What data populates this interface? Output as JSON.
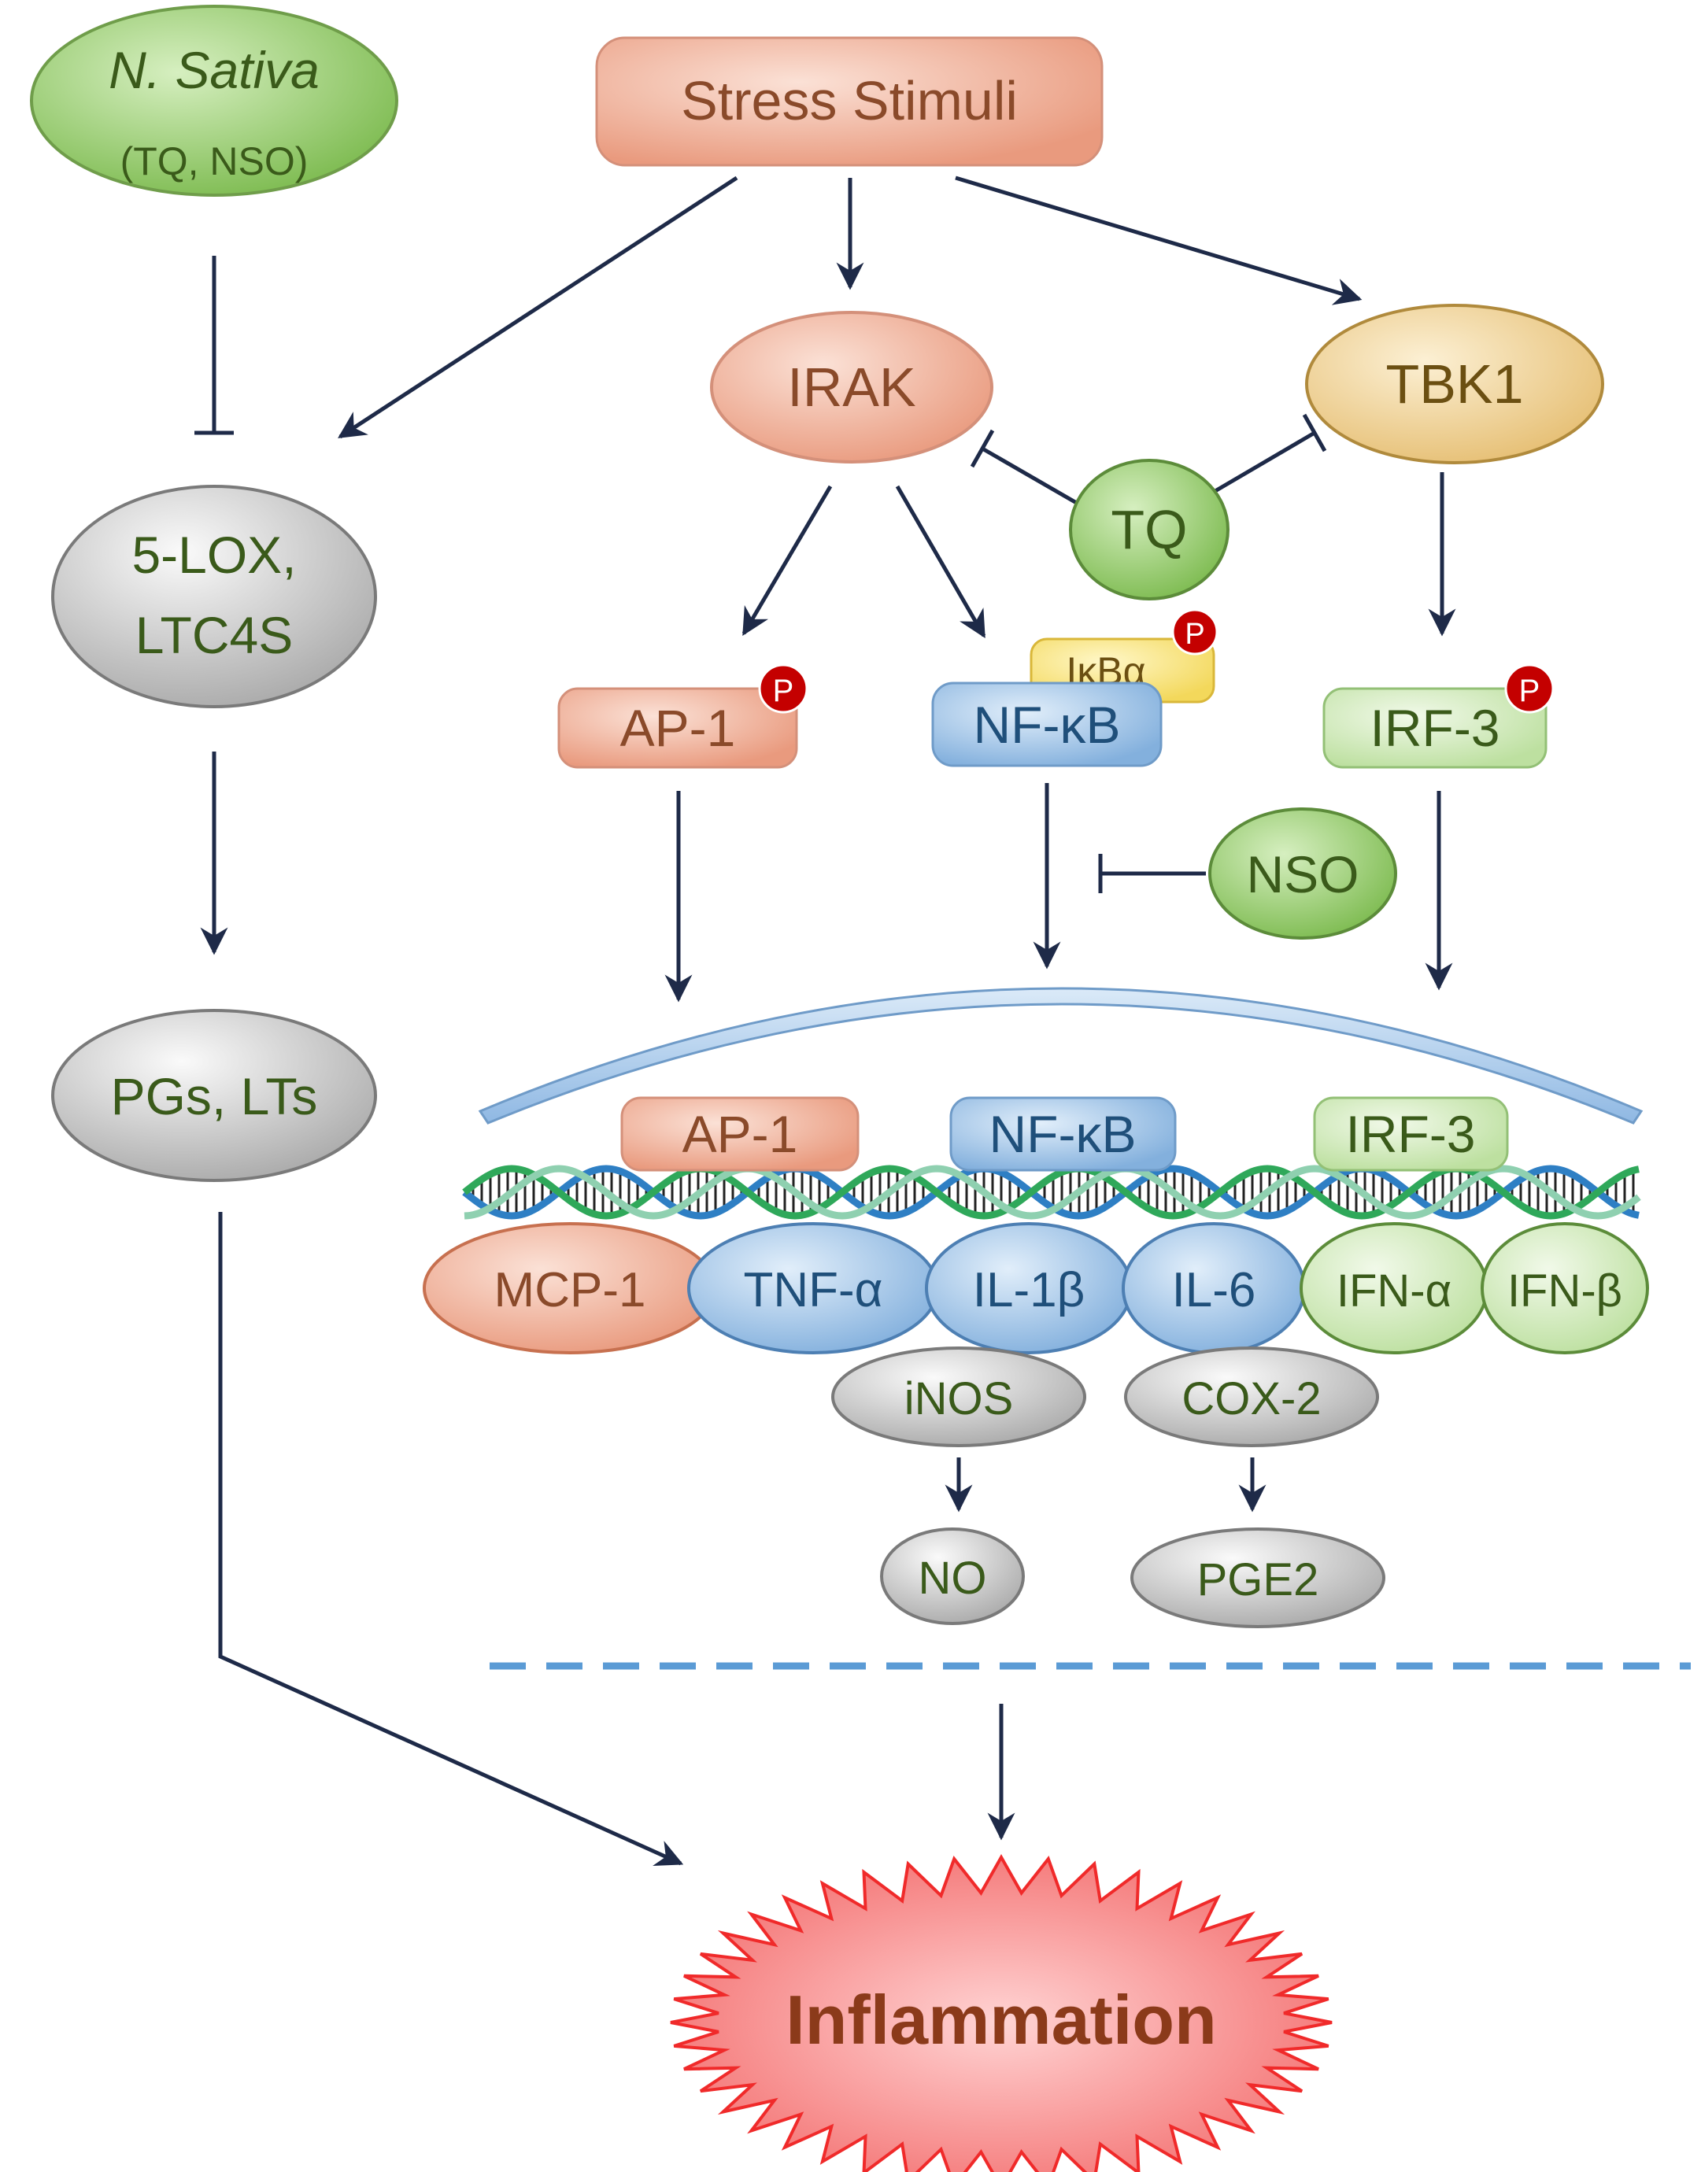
{
  "nodes": {
    "nsativa_title": "N. Sativa",
    "nsativa_sub": "(TQ, NSO)",
    "stress": "Stress Stimuli",
    "irak": "IRAK",
    "tbk1": "TBK1",
    "tq": "TQ",
    "lox_line1": "5-LOX,",
    "lox_line2": "LTC4S",
    "ap1": "AP-1",
    "nfkb": "NF-κB",
    "ikba": "IκBα",
    "irf3": "IRF-3",
    "nso": "NSO",
    "pgs_lts": "PGs, LTs",
    "nucleus_ap1": "AP-1",
    "nucleus_nfkb": "NF-κB",
    "nucleus_irf3": "IRF-3",
    "phospho": "P",
    "inflammation": "Inflammation"
  },
  "genes": [
    "MCP-1",
    "TNF-α",
    "IL-1β",
    "IL-6",
    "IFN-α",
    "IFN-β"
  ],
  "enzymes": {
    "inos": "iNOS",
    "cox2": "COX-2",
    "no": "NO",
    "pge2": "PGE2"
  },
  "colors": {
    "arrow": "#1e2a48",
    "green_fill": "#9fd07a",
    "salmon_fill": "#f2b39e",
    "tan_fill": "#f3d9a3",
    "blue_fill": "#a9c9ea",
    "light_green_fill": "#d5ecc2",
    "gray_fill": "#d4d4d4",
    "ikba_fill": "#fbe88a",
    "phospho": "#c40000",
    "dashed": "#5b9bd5",
    "inflammation": "#f67b7b"
  }
}
